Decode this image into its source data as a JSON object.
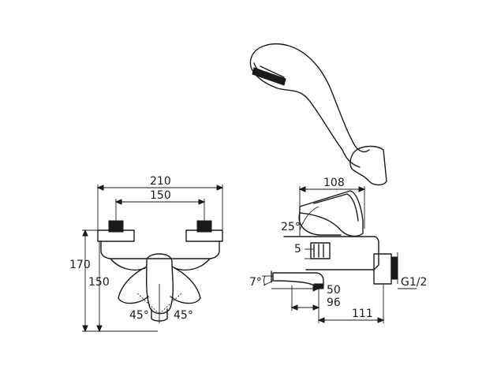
{
  "dimensions": {
    "front_width_total": "210",
    "front_inlet_spacing": "150",
    "front_height_total": "170",
    "front_height_inlet": "150",
    "front_angle_left": "45°",
    "front_angle_right": "45°",
    "side_depth_top": "108",
    "side_handle_angle": "25°",
    "side_small_offset": "5",
    "side_spout_angle": "7°",
    "side_outlet_50": "50",
    "side_outlet_96": "96",
    "side_total_111": "111",
    "side_thread": "G1/2"
  }
}
